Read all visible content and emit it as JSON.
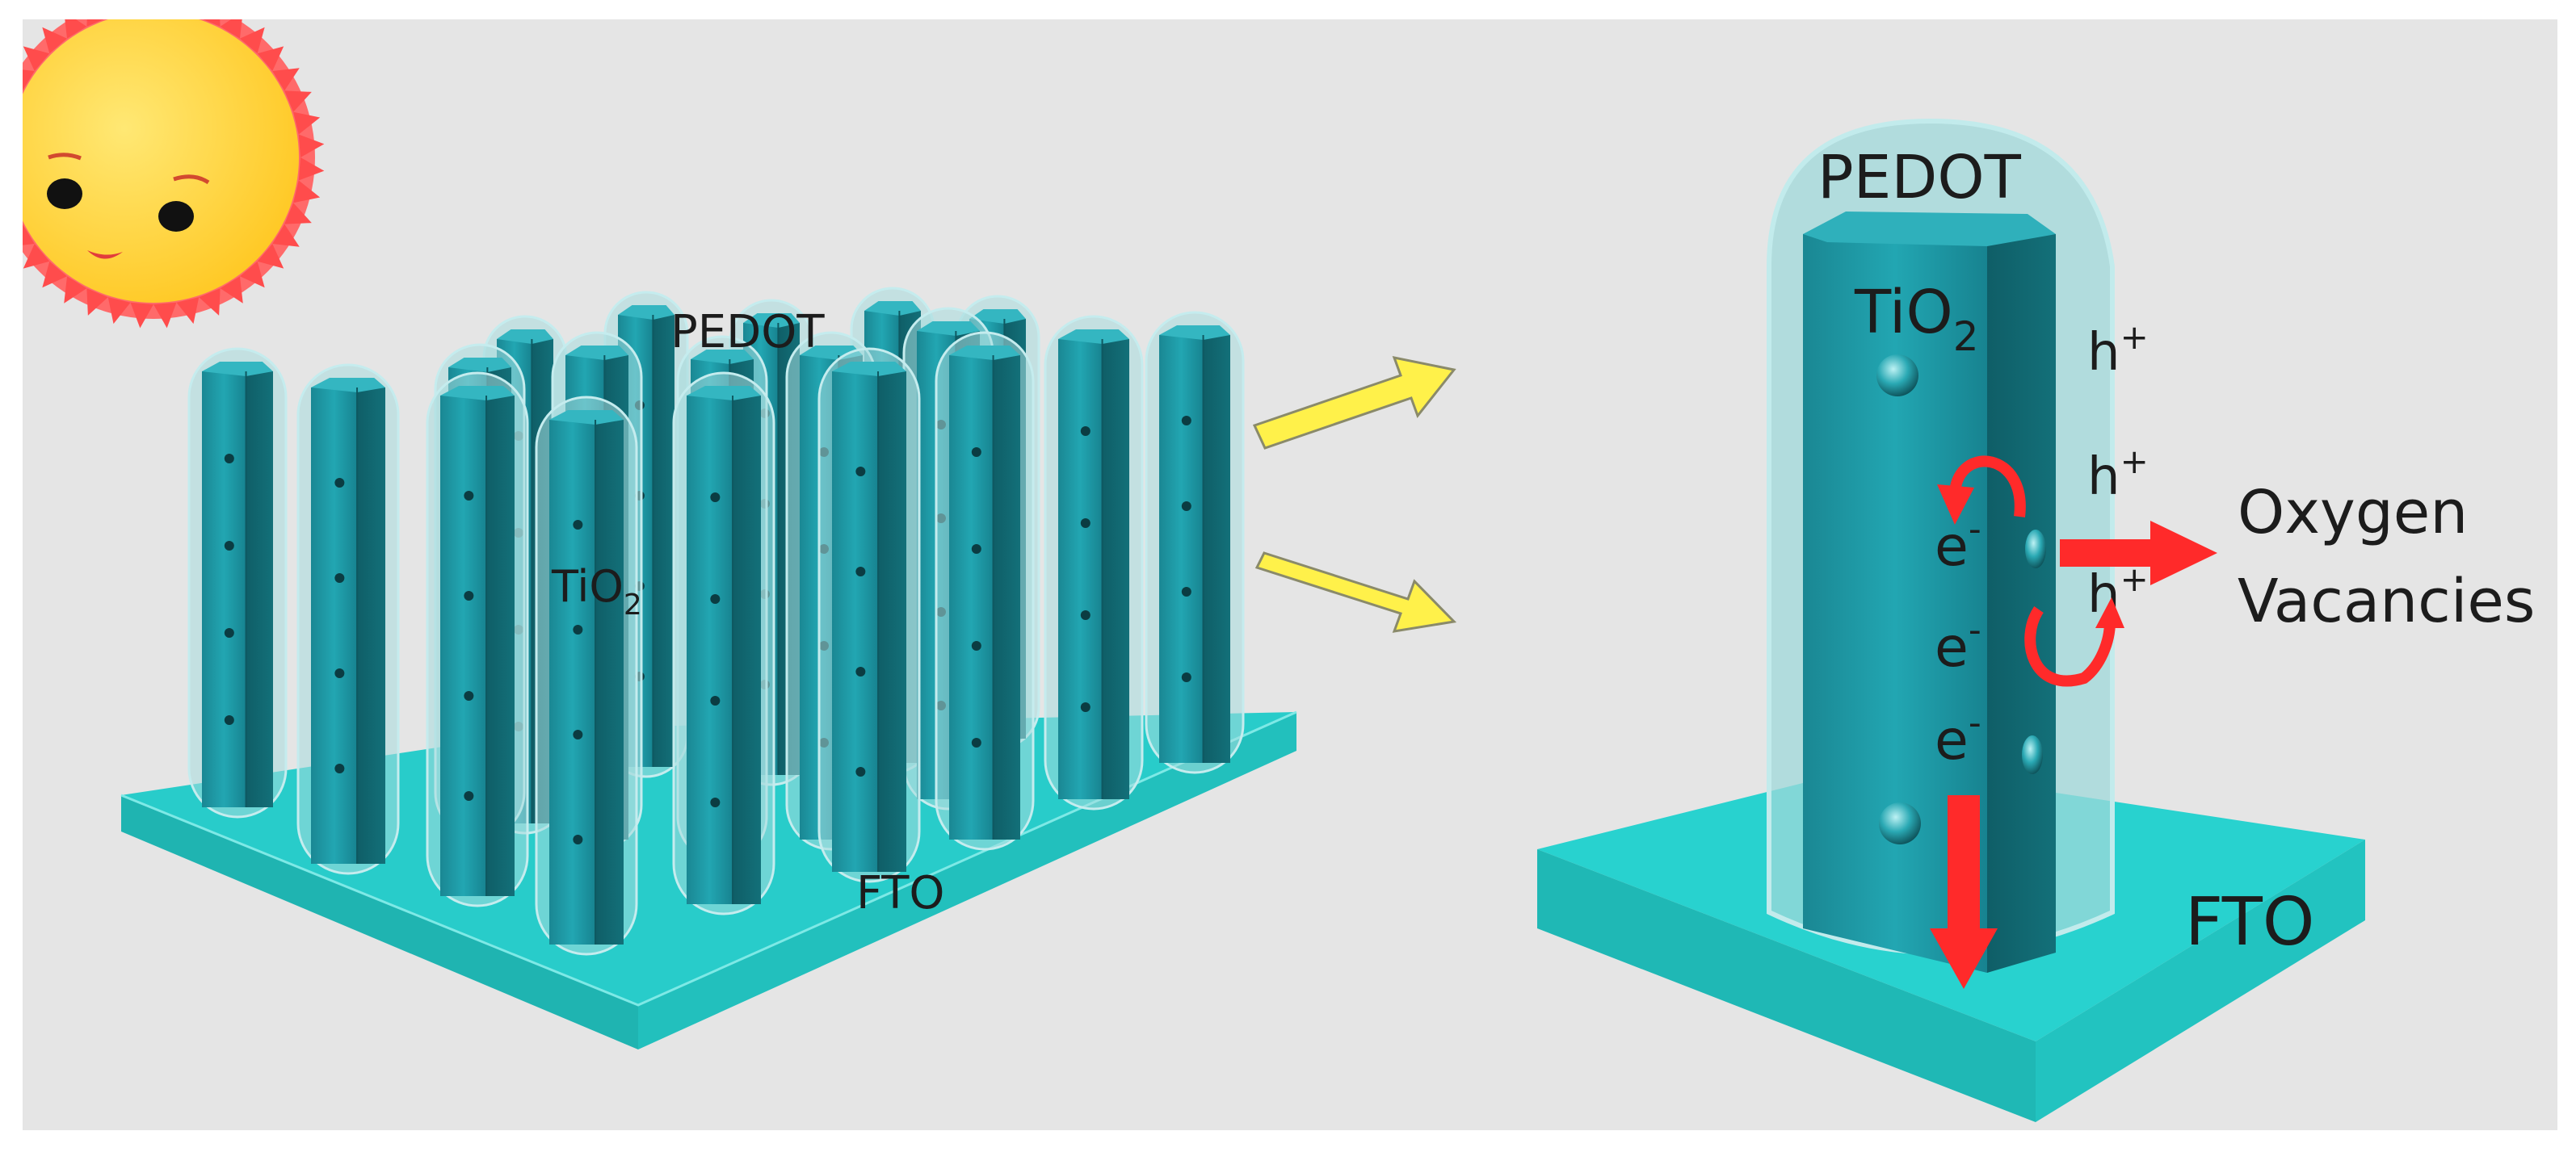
{
  "left_panel": {
    "pedot_label": "PEDOT",
    "tio2_label": "TiO",
    "tio2_sub": "2",
    "fto_label": "FTO"
  },
  "right_panel": {
    "pedot_label": "PEDOT",
    "tio2_label": "TiO",
    "tio2_sub": "2",
    "fto_label": "FTO",
    "hole_symbol": "h",
    "hole_charge": "+",
    "electron_symbol": "e",
    "electron_charge": "-",
    "vacancy_line1": "Oxygen",
    "vacancy_line2": "Vacancies"
  },
  "colors": {
    "background": "#e5e5e5",
    "rod_face": "#1f9aa6",
    "rod_dark": "#136f79",
    "substrate": "#2bd3cf",
    "pedot_shell": "#9fd8da",
    "arrow_yellow": "#fff14a",
    "arrow_red": "#ff2a2a",
    "sun": "#ffd640",
    "sun_rays": "#ff5a5a"
  },
  "icons": [
    "sun-icon",
    "yellow-arrow-icon",
    "red-arrow-icon"
  ]
}
